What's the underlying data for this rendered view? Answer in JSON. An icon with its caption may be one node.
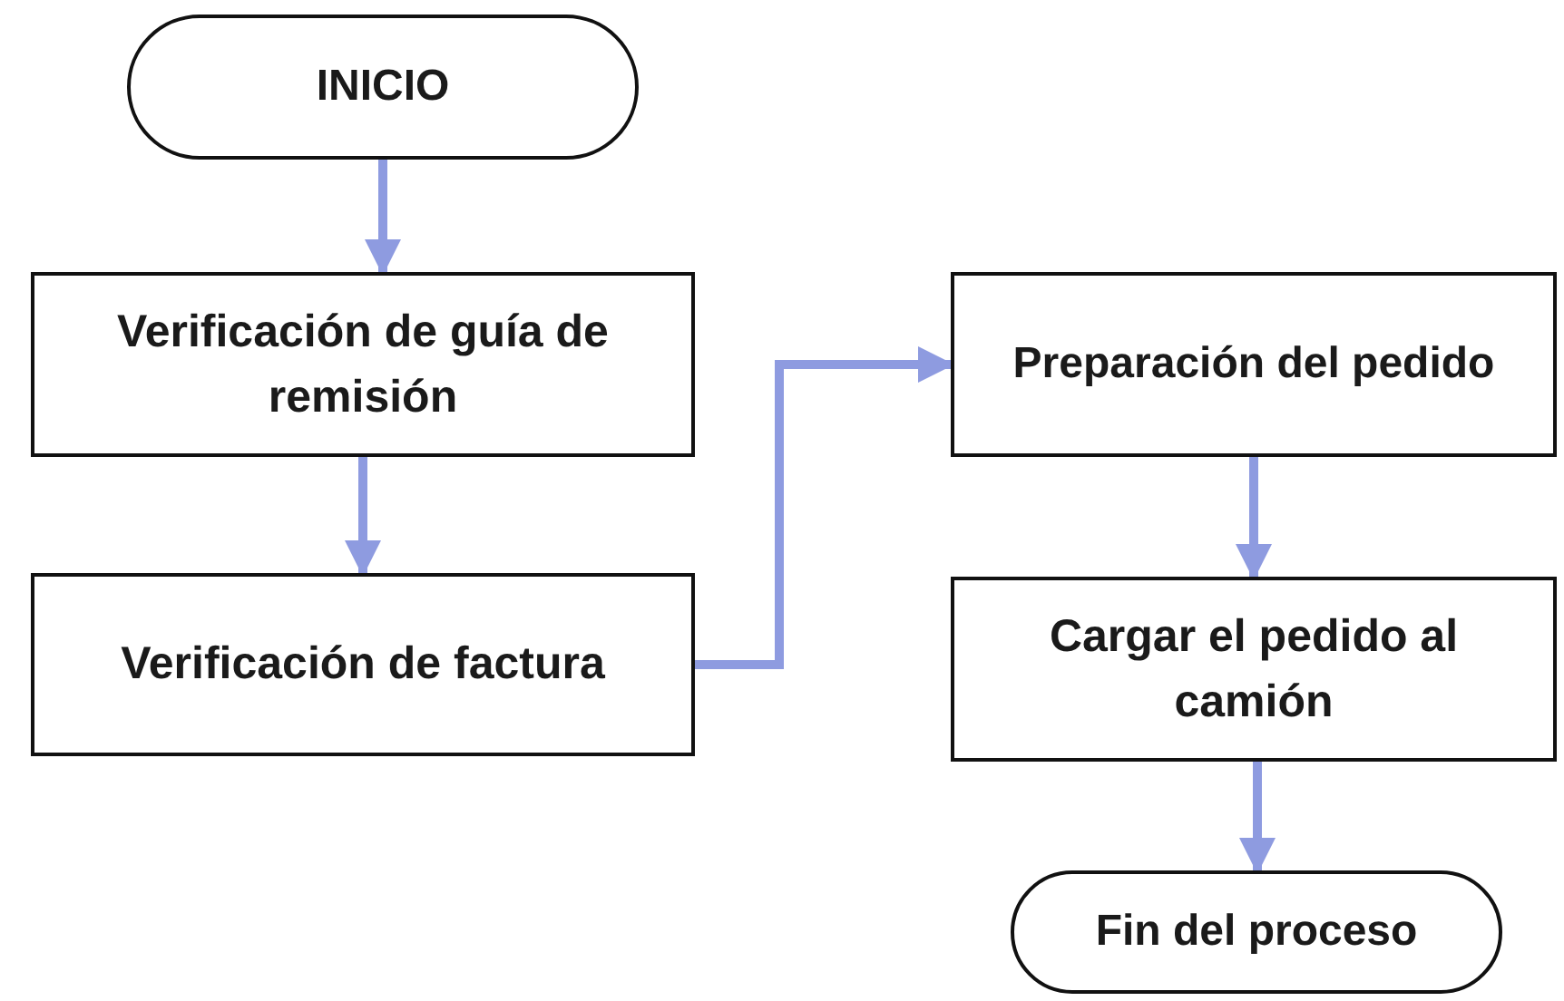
{
  "diagram": {
    "nodes": [
      {
        "text": [
          "INICIO"
        ]
      },
      {
        "text": [
          "Verificación de guía de remisión"
        ]
      },
      {
        "text": [
          "Verificación de factura"
        ]
      },
      {
        "text": [
          "Preparación del pedido"
        ]
      },
      {
        "text": [
          "Cargar el pedido al camión"
        ]
      },
      {
        "text": [
          "Fin del proceso"
        ]
      }
    ],
    "edges": [
      {
        "from": 0,
        "to": 1,
        "arrow": "to"
      },
      {
        "from": 1,
        "to": 2,
        "arrow": "to"
      },
      {
        "from": 2,
        "to": 3,
        "arrow": "to"
      },
      {
        "from": 3,
        "to": 4,
        "arrow": "to"
      },
      {
        "from": 4,
        "to": 5,
        "arrow": "to"
      }
    ]
  }
}
